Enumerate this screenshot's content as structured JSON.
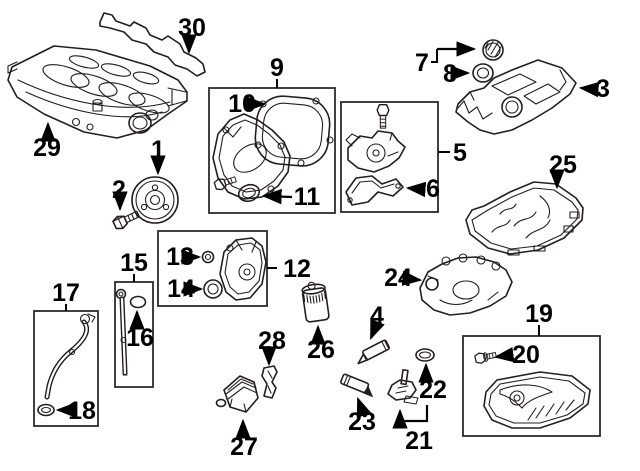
{
  "diagram": {
    "background": "#ffffff",
    "line_color": "#231f20",
    "label_color": "#000000",
    "callouts": [
      {
        "number": "1"
      },
      {
        "number": "2"
      },
      {
        "number": "3"
      },
      {
        "number": "4"
      },
      {
        "number": "5"
      },
      {
        "number": "6"
      },
      {
        "number": "7"
      },
      {
        "number": "8"
      },
      {
        "number": "9"
      },
      {
        "number": "10"
      },
      {
        "number": "11"
      },
      {
        "number": "12"
      },
      {
        "number": "13"
      },
      {
        "number": "14"
      },
      {
        "number": "15"
      },
      {
        "number": "16"
      },
      {
        "number": "17"
      },
      {
        "number": "18"
      },
      {
        "number": "19"
      },
      {
        "number": "20"
      },
      {
        "number": "21"
      },
      {
        "number": "22"
      },
      {
        "number": "23"
      },
      {
        "number": "24"
      },
      {
        "number": "25"
      },
      {
        "number": "26"
      },
      {
        "number": "27"
      },
      {
        "number": "28"
      },
      {
        "number": "29"
      },
      {
        "number": "30"
      }
    ]
  }
}
